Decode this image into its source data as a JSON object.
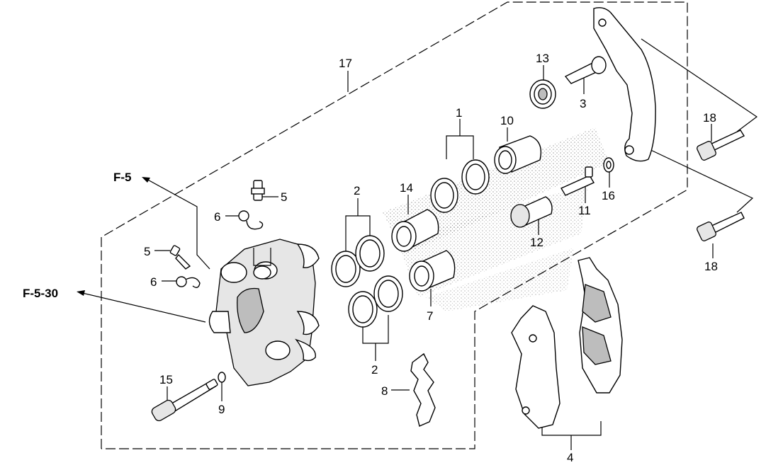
{
  "diagram": {
    "title": "Front brake caliper exploded view",
    "callouts": {
      "c1": "1",
      "c2a": "2",
      "c2b": "2",
      "c3": "3",
      "c4": "4",
      "c5a": "5",
      "c5b": "5",
      "c6a": "6",
      "c6b": "6",
      "c7": "7",
      "c8": "8",
      "c9": "9",
      "c10": "10",
      "c11": "11",
      "c12": "12",
      "c13": "13",
      "c14": "14",
      "c15": "15",
      "c16": "16",
      "c17": "17",
      "c18a": "18",
      "c18b": "18"
    },
    "references": {
      "ref_upper": "F-5",
      "ref_lower": "F-5-30"
    }
  }
}
